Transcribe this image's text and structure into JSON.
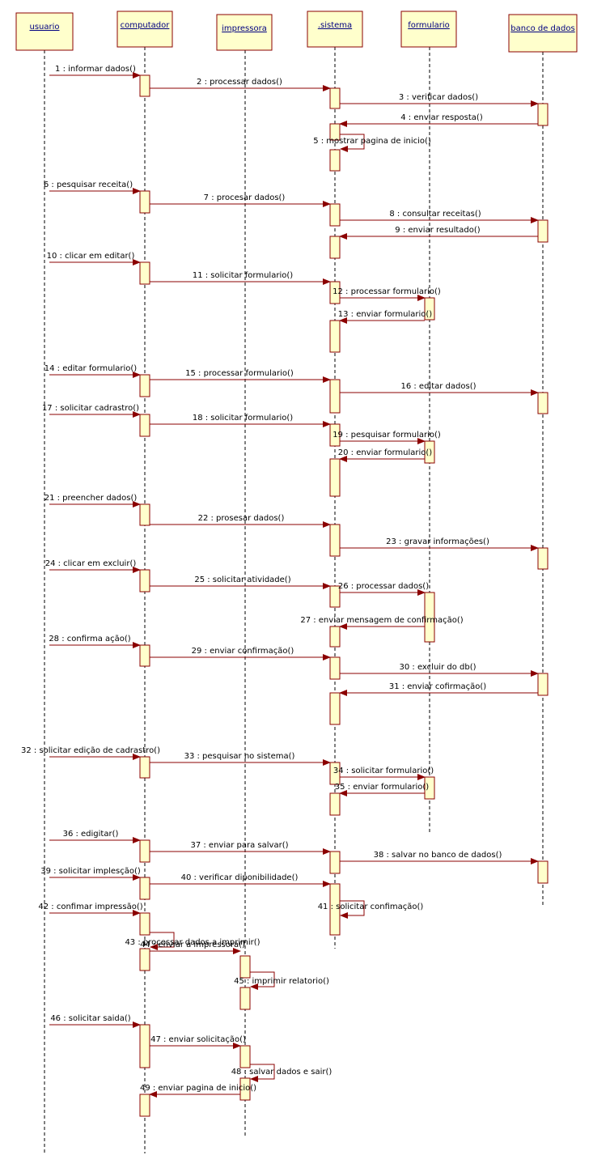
{
  "diagram": {
    "type": "uml-sequence",
    "participants": [
      {
        "id": "usuario",
        "label": "usuario"
      },
      {
        "id": "computador",
        "label": "computador"
      },
      {
        "id": "impressora",
        "label": "impressora"
      },
      {
        "id": "sistema",
        "label": ".sistema"
      },
      {
        "id": "formulario",
        "label": "formulario"
      },
      {
        "id": "banco",
        "label": "banco de dados"
      }
    ],
    "messages": [
      {
        "n": 1,
        "label": "1 : informar dados()",
        "from": "usuario",
        "to": "computador"
      },
      {
        "n": 2,
        "label": "2 : processar dados()",
        "from": "computador",
        "to": "sistema"
      },
      {
        "n": 3,
        "label": "3 : verificar dados()",
        "from": "sistema",
        "to": "banco"
      },
      {
        "n": 4,
        "label": "4 : enviar resposta()",
        "from": "banco",
        "to": "sistema"
      },
      {
        "n": 5,
        "label": "5 : mostrar pagina de inicio()",
        "from": "sistema",
        "to": "sistema"
      },
      {
        "n": 6,
        "label": "6 : pesquisar receita()",
        "from": "usuario",
        "to": "computador"
      },
      {
        "n": 7,
        "label": "7 : procesar dados()",
        "from": "computador",
        "to": "sistema"
      },
      {
        "n": 8,
        "label": "8 : consultar receitas()",
        "from": "sistema",
        "to": "banco"
      },
      {
        "n": 9,
        "label": "9 : enviar resultado()",
        "from": "banco",
        "to": "sistema"
      },
      {
        "n": 10,
        "label": "10 : clicar em editar()",
        "from": "usuario",
        "to": "computador"
      },
      {
        "n": 11,
        "label": "11 : solicitar formulario()",
        "from": "computador",
        "to": "sistema"
      },
      {
        "n": 12,
        "label": "12 : processar formulario()",
        "from": "sistema",
        "to": "formulario"
      },
      {
        "n": 13,
        "label": "13 : enviar formulario()",
        "from": "formulario",
        "to": "sistema"
      },
      {
        "n": 14,
        "label": "14 : editar formulario()",
        "from": "usuario",
        "to": "computador"
      },
      {
        "n": 15,
        "label": "15 : processar formulario()",
        "from": "computador",
        "to": "sistema"
      },
      {
        "n": 16,
        "label": "16 : editar dados()",
        "from": "sistema",
        "to": "banco"
      },
      {
        "n": 17,
        "label": "17 : solicitar cadrastro()",
        "from": "usuario",
        "to": "computador"
      },
      {
        "n": 18,
        "label": "18 : solicitar formulario()",
        "from": "computador",
        "to": "sistema"
      },
      {
        "n": 19,
        "label": "19 : pesquisar formulario()",
        "from": "sistema",
        "to": "formulario"
      },
      {
        "n": 20,
        "label": "20 : enviar formulario()",
        "from": "formulario",
        "to": "sistema"
      },
      {
        "n": 21,
        "label": "21 : preencher dados()",
        "from": "usuario",
        "to": "computador"
      },
      {
        "n": 22,
        "label": "22 : prosesar dados()",
        "from": "computador",
        "to": "sistema"
      },
      {
        "n": 23,
        "label": "23 : gravar informações()",
        "from": "sistema",
        "to": "banco"
      },
      {
        "n": 24,
        "label": "24 : clicar em excluir()",
        "from": "usuario",
        "to": "computador"
      },
      {
        "n": 25,
        "label": "25 : solicitar atividade()",
        "from": "computador",
        "to": "sistema"
      },
      {
        "n": 26,
        "label": "26 : processar dados()",
        "from": "sistema",
        "to": "formulario"
      },
      {
        "n": 27,
        "label": "27 : enviar mensagem de confirmação()",
        "from": "formulario",
        "to": "sistema"
      },
      {
        "n": 28,
        "label": "28 : confirma ação()",
        "from": "usuario",
        "to": "computador"
      },
      {
        "n": 29,
        "label": "29 : enviar confirmação()",
        "from": "computador",
        "to": "sistema"
      },
      {
        "n": 30,
        "label": "30 : excluir do db()",
        "from": "sistema",
        "to": "banco"
      },
      {
        "n": 31,
        "label": "31 : enviar cofirmação()",
        "from": "banco",
        "to": "sistema"
      },
      {
        "n": 32,
        "label": "32 : solicitar edição de cadrastro()",
        "from": "usuario",
        "to": "computador"
      },
      {
        "n": 33,
        "label": "33 : pesquisar no sistema()",
        "from": "computador",
        "to": "sistema"
      },
      {
        "n": 34,
        "label": "34 : solicitar formulario()",
        "from": "sistema",
        "to": "formulario"
      },
      {
        "n": 35,
        "label": "35 : enviar formulario()",
        "from": "formulario",
        "to": "sistema"
      },
      {
        "n": 36,
        "label": "36 : edigitar()",
        "from": "usuario",
        "to": "computador"
      },
      {
        "n": 37,
        "label": "37 : enviar para salvar()",
        "from": "computador",
        "to": "sistema"
      },
      {
        "n": 38,
        "label": "38 : salvar no banco de dados()",
        "from": "sistema",
        "to": "banco"
      },
      {
        "n": 39,
        "label": "39 : solicitar implesção()",
        "from": "usuario",
        "to": "computador"
      },
      {
        "n": 40,
        "label": "40 : verificar diponibilidade()",
        "from": "computador",
        "to": "sistema"
      },
      {
        "n": 41,
        "label": "41 : solicitar confimação()",
        "from": "sistema",
        "to": "sistema"
      },
      {
        "n": 42,
        "label": "42 : confimar impressão()",
        "from": "usuario",
        "to": "computador"
      },
      {
        "n": 43,
        "label": "43 : processar dados a imprimir()",
        "from": "computador",
        "to": "computador"
      },
      {
        "n": 44,
        "label": "44 : enviar a impressora()",
        "from": "computador",
        "to": "impressora"
      },
      {
        "n": 45,
        "label": "45 : imprimir relatorio()",
        "from": "impressora",
        "to": "impressora"
      },
      {
        "n": 46,
        "label": "46 : solicitar saida()",
        "from": "usuario",
        "to": "computador"
      },
      {
        "n": 47,
        "label": "47 : enviar solicitação()",
        "from": "computador",
        "to": "impressora"
      },
      {
        "n": 48,
        "label": "48 : salvar dados e sair()",
        "from": "impressora",
        "to": "impressora"
      },
      {
        "n": 49,
        "label": "49 : enviar pagina de inicio()",
        "from": "impressora",
        "to": "computador"
      }
    ]
  },
  "colors": {
    "box_fill": "#ffffcc",
    "border": "#8b0000",
    "arrow": "#8b0000",
    "participant_text": "#000080",
    "text": "#000000"
  }
}
